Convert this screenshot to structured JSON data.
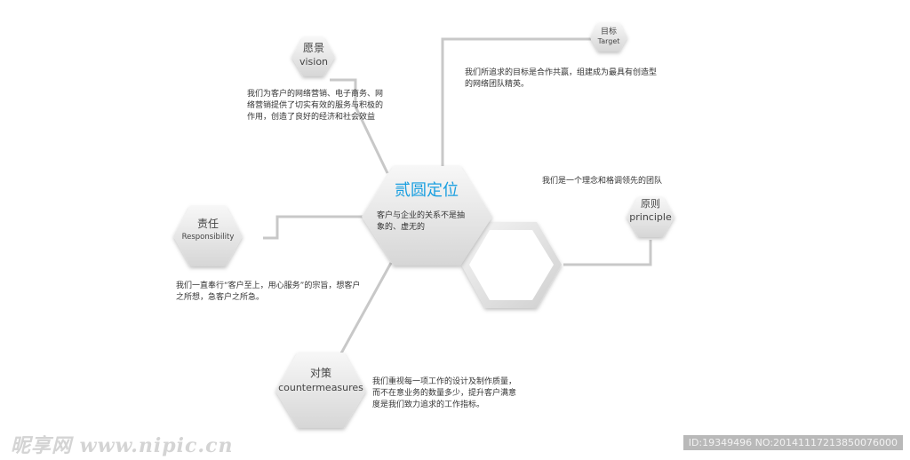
{
  "center": {
    "title": "贰圆定位",
    "text": "客户与企业的关系不是抽象的、虚无的",
    "title_color": "#1a9fe0"
  },
  "nodes": {
    "vision": {
      "cn": "愿景",
      "en": "vision",
      "text": "我们为客户的网络营销、电子商务、网络营销提供了切实有效的服务与积极的作用，创造了良好的经济和社会效益"
    },
    "target": {
      "cn": "目标",
      "en": "Target",
      "text": "我们所追求的目标是合作共赢，组建成为最具有创造型的网络团队精英。"
    },
    "principle": {
      "cn": "原则",
      "en": "principle",
      "text": "我们是一个理念和格调领先的团队"
    },
    "responsibility": {
      "cn": "责任",
      "en": "Responsibility",
      "text": "我们一直奉行“客户至上，用心服务”的宗旨，想客户之所想，急客户之所急。"
    },
    "countermeasures": {
      "cn": "对策",
      "en": "countermeasures",
      "text": "我们重视每一项工作的设计及制作质量，而不在意业务的数量多少，提升客户满意度是我们致力追求的工作指标。"
    }
  },
  "watermark": {
    "left": "昵享网 www.nipic.cn",
    "right": "ID:19349496 NO:20141117213850076000"
  }
}
